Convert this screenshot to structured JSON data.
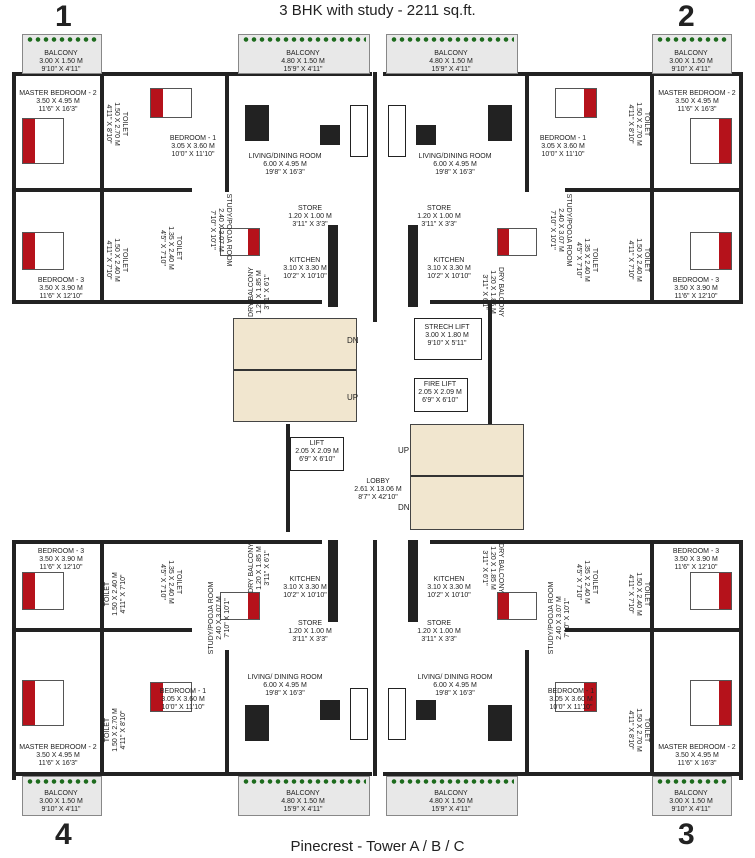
{
  "header": {
    "title": "3 BHK with study  - 2211 sq.ft."
  },
  "footer": {
    "title": "Pinecrest - Tower A / B / C"
  },
  "units": {
    "u1": "1",
    "u2": "2",
    "u3": "3",
    "u4": "4"
  },
  "rooms": {
    "balcony_small": [
      "BALCONY",
      "3.00 X 1.50 M",
      "9'10\" X 4'11\""
    ],
    "balcony_large": [
      "BALCONY",
      "4.80 X 1.50 M",
      "15'9\" X 4'11\""
    ],
    "master_bedroom": [
      "MASTER BEDROOM - 2",
      "3.50 X 4.95 M",
      "11'6\" X 16'3\""
    ],
    "bedroom1": [
      "BEDROOM - 1",
      "3.05 X 3.60 M",
      "10'0\" X 11'10\""
    ],
    "bedroom3": [
      "BEDROOM - 3",
      "3.50 X 3.90 M",
      "11'6\" X 12'10\""
    ],
    "living": [
      "LIVING/DINING ROOM",
      "6.00 X 4.95 M",
      "19'8\" X 16'3\""
    ],
    "living_lower": [
      "LIVING/ DINING ROOM",
      "6.00 X 4.95 M",
      "19'8\" X 16'3\""
    ],
    "store": [
      "STORE",
      "1.20 X 1.00 M",
      "3'11\" X 3'3\""
    ],
    "kitchen": [
      "KITCHEN",
      "3.10 X 3.30 M",
      "10'2\" X 10'10\""
    ],
    "study": [
      "STUDY/POOJA ROOM",
      "2.40 X 3.07 M",
      "7'10\" X 10'1\""
    ],
    "toilet_a": [
      "TOILET",
      "1.50 X 2.70 M",
      "4'11\" X 8'10\""
    ],
    "toilet_b": [
      "TOILET",
      "1.50 X 2.40 M",
      "4'11\" X 7'10\""
    ],
    "toilet_c": [
      "TOILET",
      "1.35 X 2.40 M",
      "4'5\" X 7'10\""
    ],
    "dry_balcony": [
      "DRY BALCONY",
      "1.20 X 1.85 M",
      "3'11\" X 6'1\""
    ],
    "stretch_lift": [
      "STRECH LIFT",
      "3.00 X 1.80 M",
      "9'10\" X 5'11\""
    ],
    "fire_lift": [
      "FIRE LIFT",
      "2.05 X 2.09 M",
      "6'9\" X 6'10\""
    ],
    "lift": [
      "LIFT",
      "2.05 X 2.09 M",
      "6'9\" X 6'10\""
    ],
    "lobby": [
      "LOBBY",
      "2.61 X 13.06 M",
      "8'7\" X 42'10\""
    ]
  },
  "stairs": {
    "dn": "DN",
    "up": "UP"
  }
}
